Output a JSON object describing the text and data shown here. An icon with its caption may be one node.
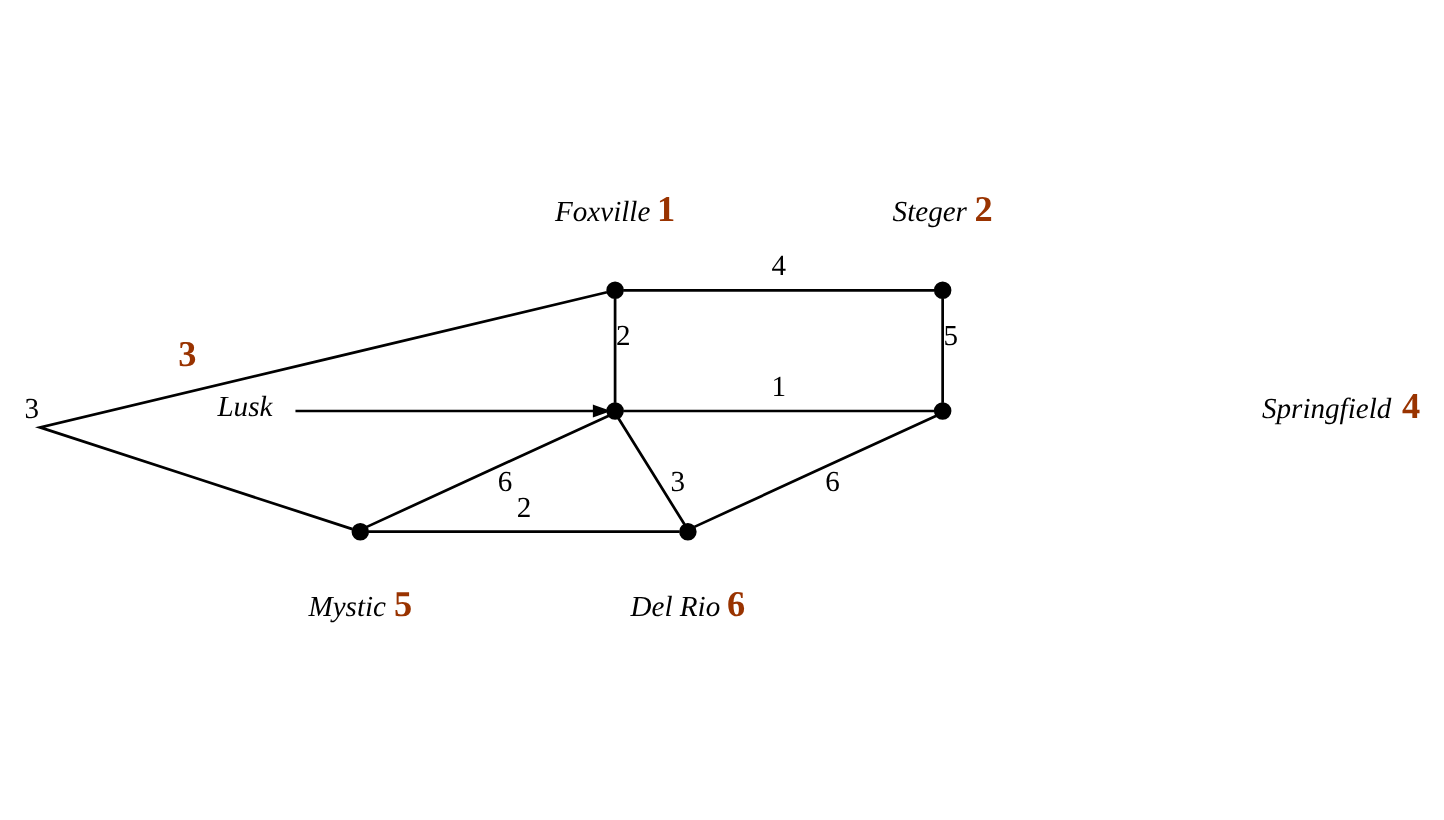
{
  "diagram": {
    "nodes": [
      {
        "text": [],
        "shape": "circle",
        "beside": [
          "Foxville",
          "1"
        ]
      },
      {
        "text": [],
        "shape": "circle",
        "beside": [
          "Steger",
          "2"
        ]
      },
      {
        "text": [
          "Lusk"
        ],
        "beside": [
          "3"
        ]
      },
      {
        "text": [],
        "shape": "circle"
      },
      {
        "text": [],
        "shape": "circle",
        "beside": [
          "Springfield",
          "4"
        ]
      },
      {
        "text": [],
        "shape": "circle",
        "beside": [
          "Mystic",
          "5"
        ]
      },
      {
        "text": [],
        "shape": "circle",
        "beside": [
          "Del Rio",
          "6"
        ]
      }
    ],
    "edges": [
      {
        "from": 0,
        "to": 1,
        "arrow": "none",
        "label": "4"
      },
      {
        "from": 0,
        "to": 3,
        "arrow": "none",
        "label": "2"
      },
      {
        "from": 1,
        "to": 4,
        "arrow": "none",
        "label": "5"
      },
      {
        "from": 0,
        "to": 5,
        "arrow": "none",
        "label": "3"
      },
      {
        "from": 2,
        "to": 3,
        "arrow": "to"
      },
      {
        "from": 3,
        "to": 4,
        "arrow": "none",
        "label": "1"
      },
      {
        "from": 3,
        "to": 5,
        "arrow": "none",
        "label": "6"
      },
      {
        "from": 3,
        "to": 6,
        "arrow": "none",
        "label": "3"
      },
      {
        "from": 4,
        "to": 6,
        "arrow": "none",
        "label": "6"
      },
      {
        "from": 5,
        "to": 6,
        "arrow": "none",
        "label": "2"
      }
    ]
  }
}
